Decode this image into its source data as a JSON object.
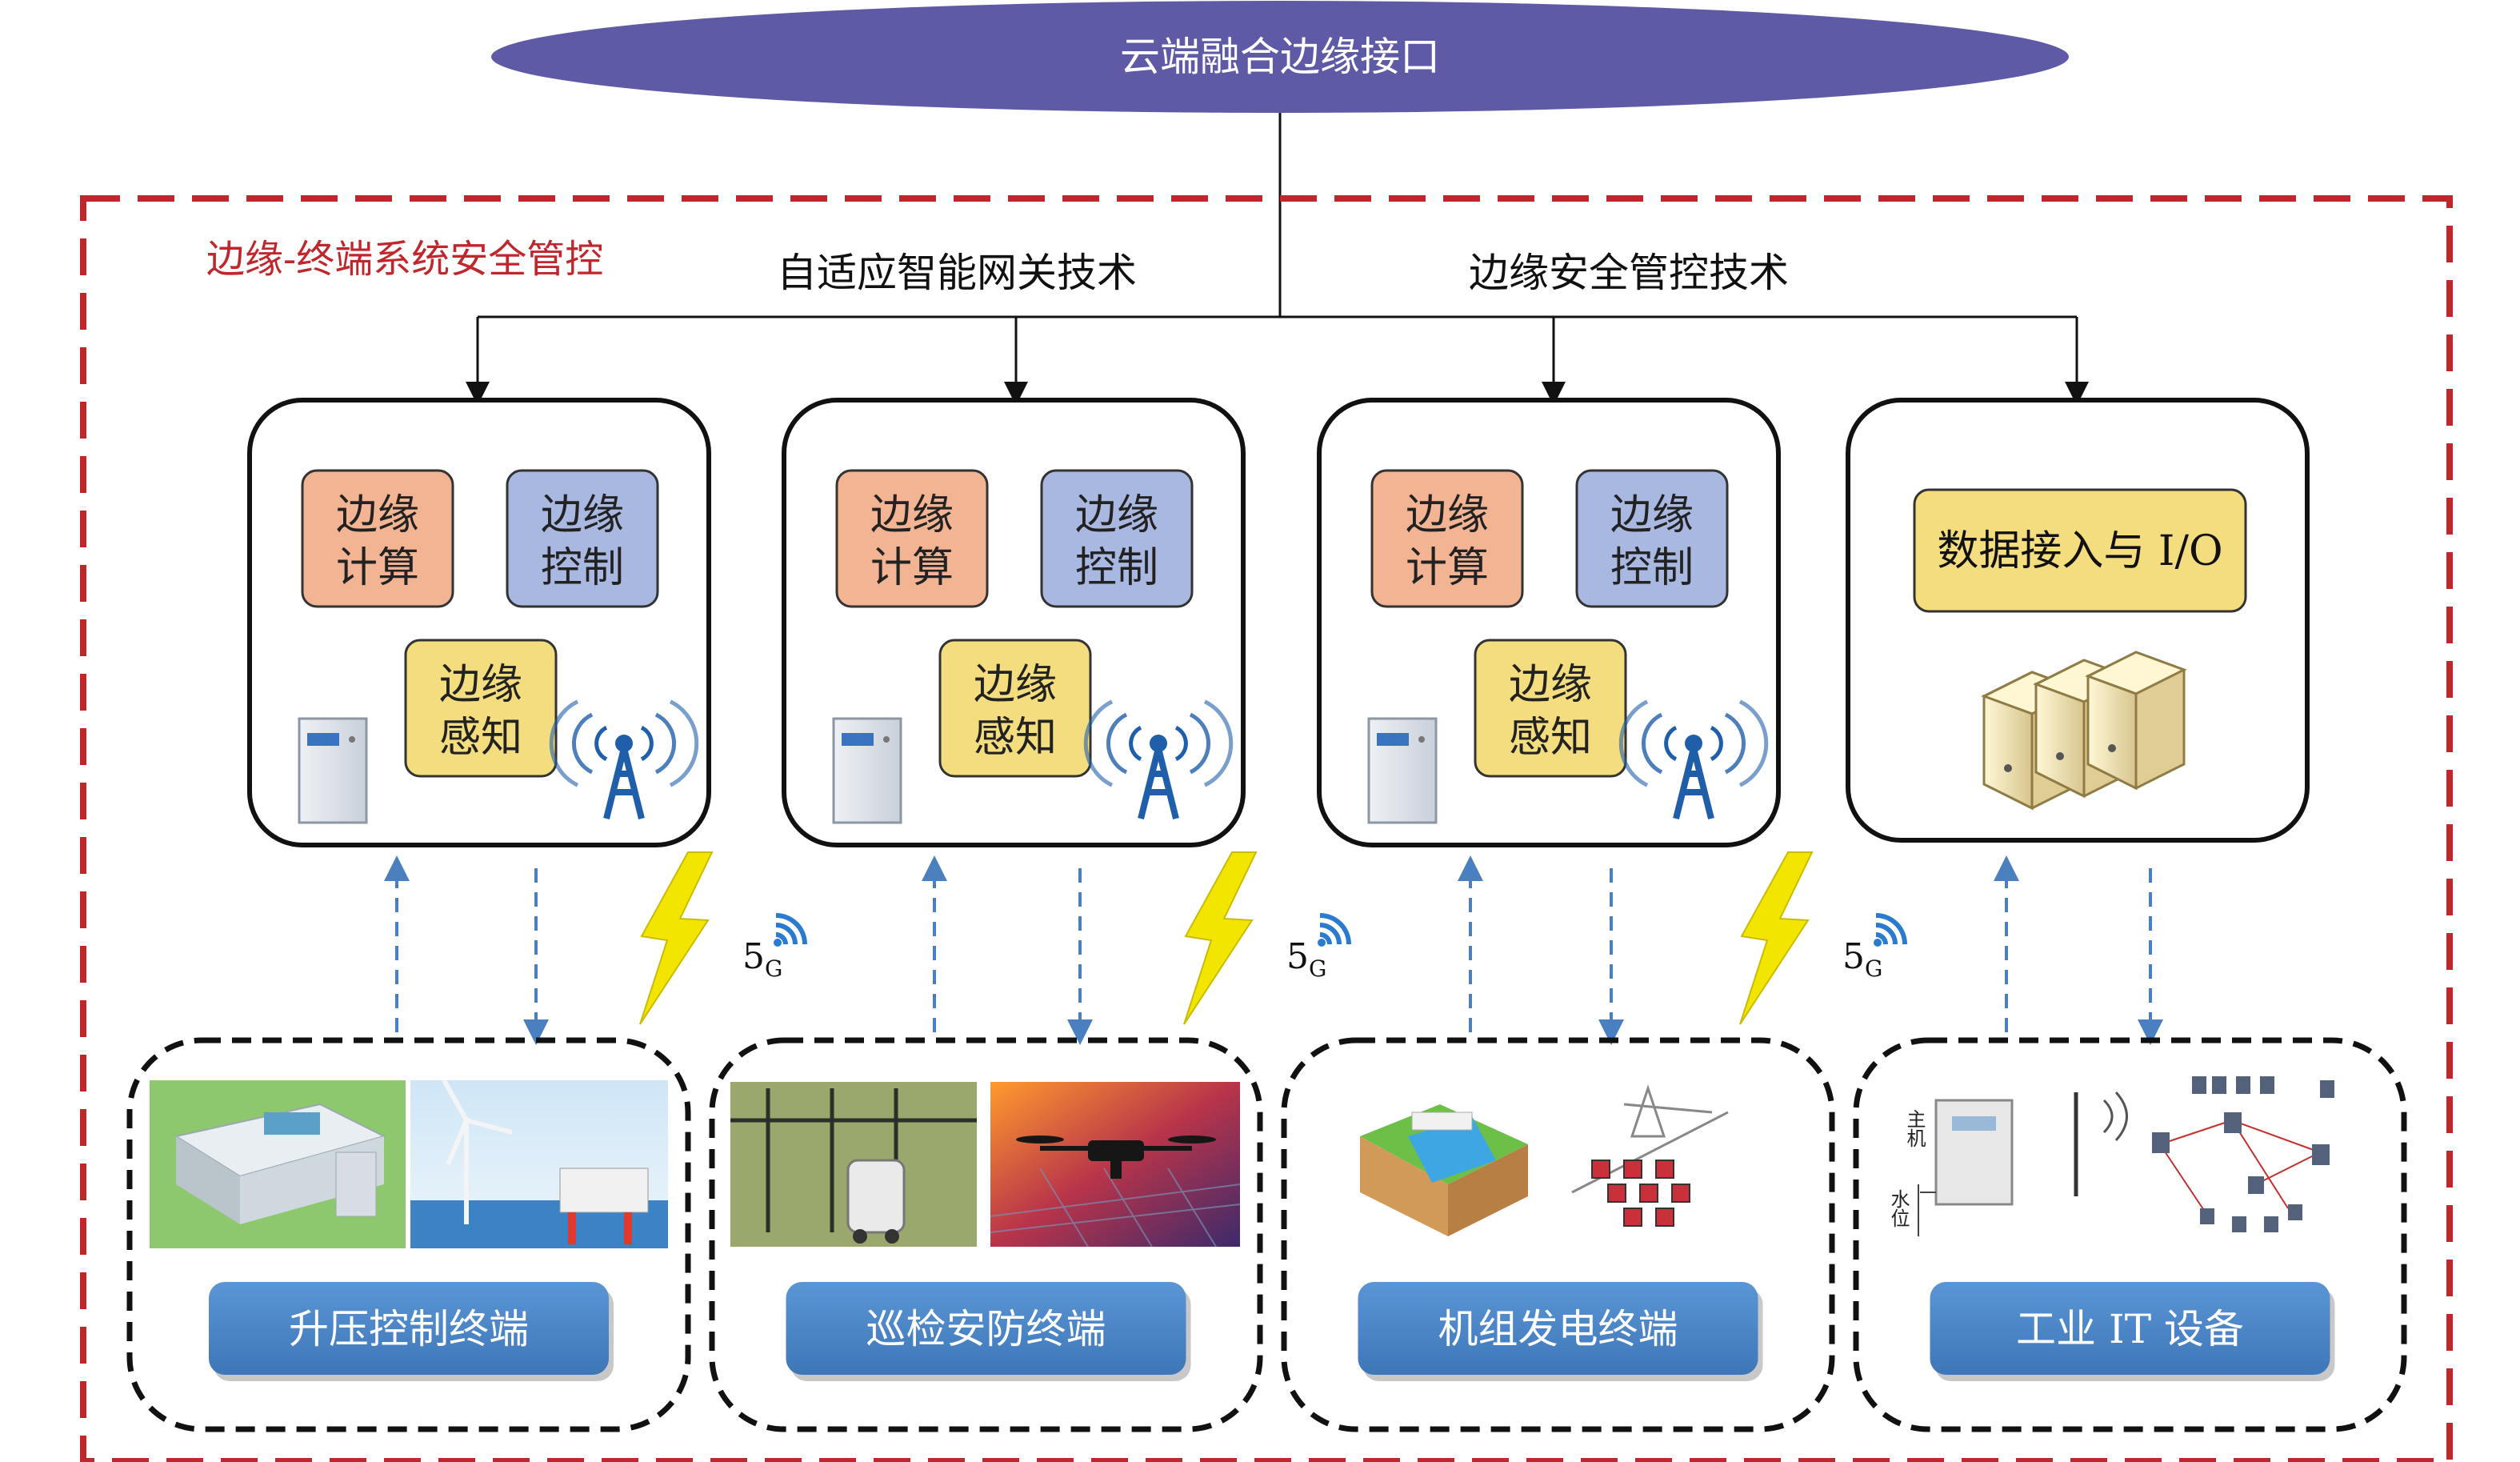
{
  "cloud_interface": {
    "label": "云端融合边缘接口",
    "color": "#5e5aa6"
  },
  "security_region": {
    "title": "边缘-终端系统安全管控",
    "border_color": "#c0272d"
  },
  "tech_labels": {
    "left": "自适应智能网关技术",
    "right": "边缘安全管控技术"
  },
  "edge_nodes": [
    {
      "compute": "边缘计算",
      "control": "边缘控制",
      "perception": "边缘感知"
    },
    {
      "compute": "边缘计算",
      "control": "边缘控制",
      "perception": "边缘感知"
    },
    {
      "compute": "边缘计算",
      "control": "边缘控制",
      "perception": "边缘感知"
    }
  ],
  "data_node": {
    "label": "数据接入与 I/O"
  },
  "wireless": {
    "base": "5",
    "sub": "G"
  },
  "terminals": [
    {
      "label": "升压控制终端"
    },
    {
      "label": "巡检安防终端"
    },
    {
      "label": "机组发电终端"
    },
    {
      "label": "工业 IT 设备"
    }
  ],
  "device_labels": {
    "host": "主机",
    "water_level": "水位"
  },
  "colors": {
    "compute_fill": "#f3b493",
    "control_fill": "#a9b8e0",
    "perception_fill": "#f4dd7f",
    "terminal_button": "#4a85c8",
    "arrow_blue": "#4a7fc0",
    "lightning": "#f2e600"
  }
}
